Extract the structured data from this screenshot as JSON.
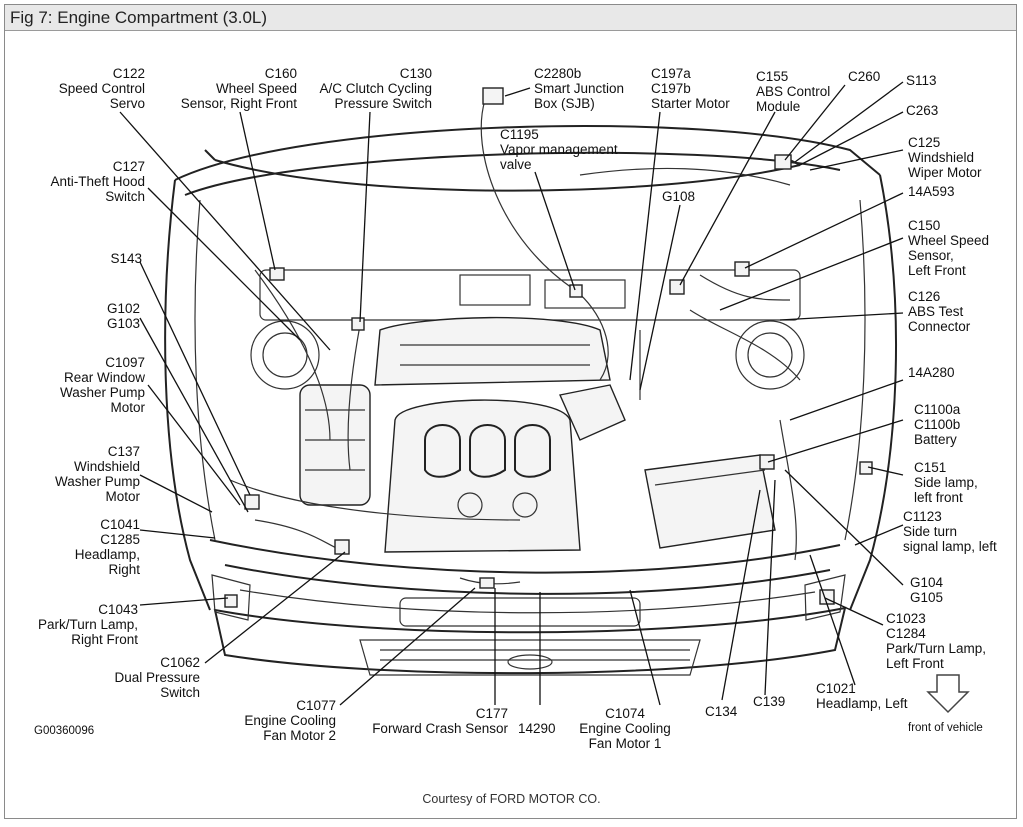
{
  "title": "Fig 7: Engine Compartment (3.0L)",
  "figure_id": "G00360096",
  "courtesy": "Courtesy of FORD MOTOR CO.",
  "front_label": "front of vehicle",
  "labels": {
    "c122": [
      "C122",
      "Speed Control",
      "Servo"
    ],
    "c160": [
      "C160",
      "Wheel Speed",
      "Sensor, Right Front"
    ],
    "c130": [
      "C130",
      "A/C Clutch Cycling",
      "Pressure Switch"
    ],
    "c2280b": [
      "C2280b",
      "Smart Junction",
      "Box (SJB)"
    ],
    "c197": [
      "C197a",
      "C197b",
      "Starter Motor"
    ],
    "c155": [
      "C155",
      "ABS Control",
      "Module"
    ],
    "c260": [
      "C260"
    ],
    "s113": [
      "S113"
    ],
    "c263": [
      "C263"
    ],
    "c125": [
      "C125",
      "Windshield",
      "Wiper Motor"
    ],
    "c1195": [
      "C1195",
      "Vapor management",
      "valve"
    ],
    "c127": [
      "C127",
      "Anti-Theft Hood",
      "Switch"
    ],
    "g108": [
      "G108"
    ],
    "a14a593": [
      "14A593"
    ],
    "c150": [
      "C150",
      "Wheel Speed",
      "Sensor,",
      "Left Front"
    ],
    "s143": [
      "S143"
    ],
    "c126": [
      "C126",
      "ABS Test",
      "Connector"
    ],
    "g102": [
      "G102",
      "G103"
    ],
    "c1097": [
      "C1097",
      "Rear Window",
      "Washer Pump",
      "Motor"
    ],
    "a14a280": [
      "14A280"
    ],
    "c1100": [
      "C1100a",
      "C1100b",
      "Battery"
    ],
    "c137": [
      "C137",
      "Windshield",
      "Washer Pump",
      "Motor"
    ],
    "c151": [
      "C151",
      "Side lamp,",
      "left front"
    ],
    "c1041": [
      "C1041",
      "C1285",
      "Headlamp,",
      "Right"
    ],
    "c1123": [
      "C1123",
      "Side turn",
      "signal lamp, left"
    ],
    "g104": [
      "G104",
      "G105"
    ],
    "c1043": [
      "C1043",
      "Park/Turn Lamp,",
      "Right Front"
    ],
    "c1023": [
      "C1023",
      "C1284",
      "Park/Turn Lamp,",
      "Left Front"
    ],
    "c1062": [
      "C1062",
      "Dual Pressure",
      "Switch"
    ],
    "c1021": [
      "C1021",
      "Headlamp, Left"
    ],
    "c1077": [
      "C1077",
      "Engine Cooling",
      "Fan Motor 2"
    ],
    "c177": [
      "C177",
      "Forward Crash Sensor"
    ],
    "a14290": [
      "14290"
    ],
    "c1074": [
      "C1074",
      "Engine Cooling",
      "Fan Motor 1"
    ],
    "c134": [
      "C134"
    ],
    "c139": [
      "C139"
    ]
  }
}
